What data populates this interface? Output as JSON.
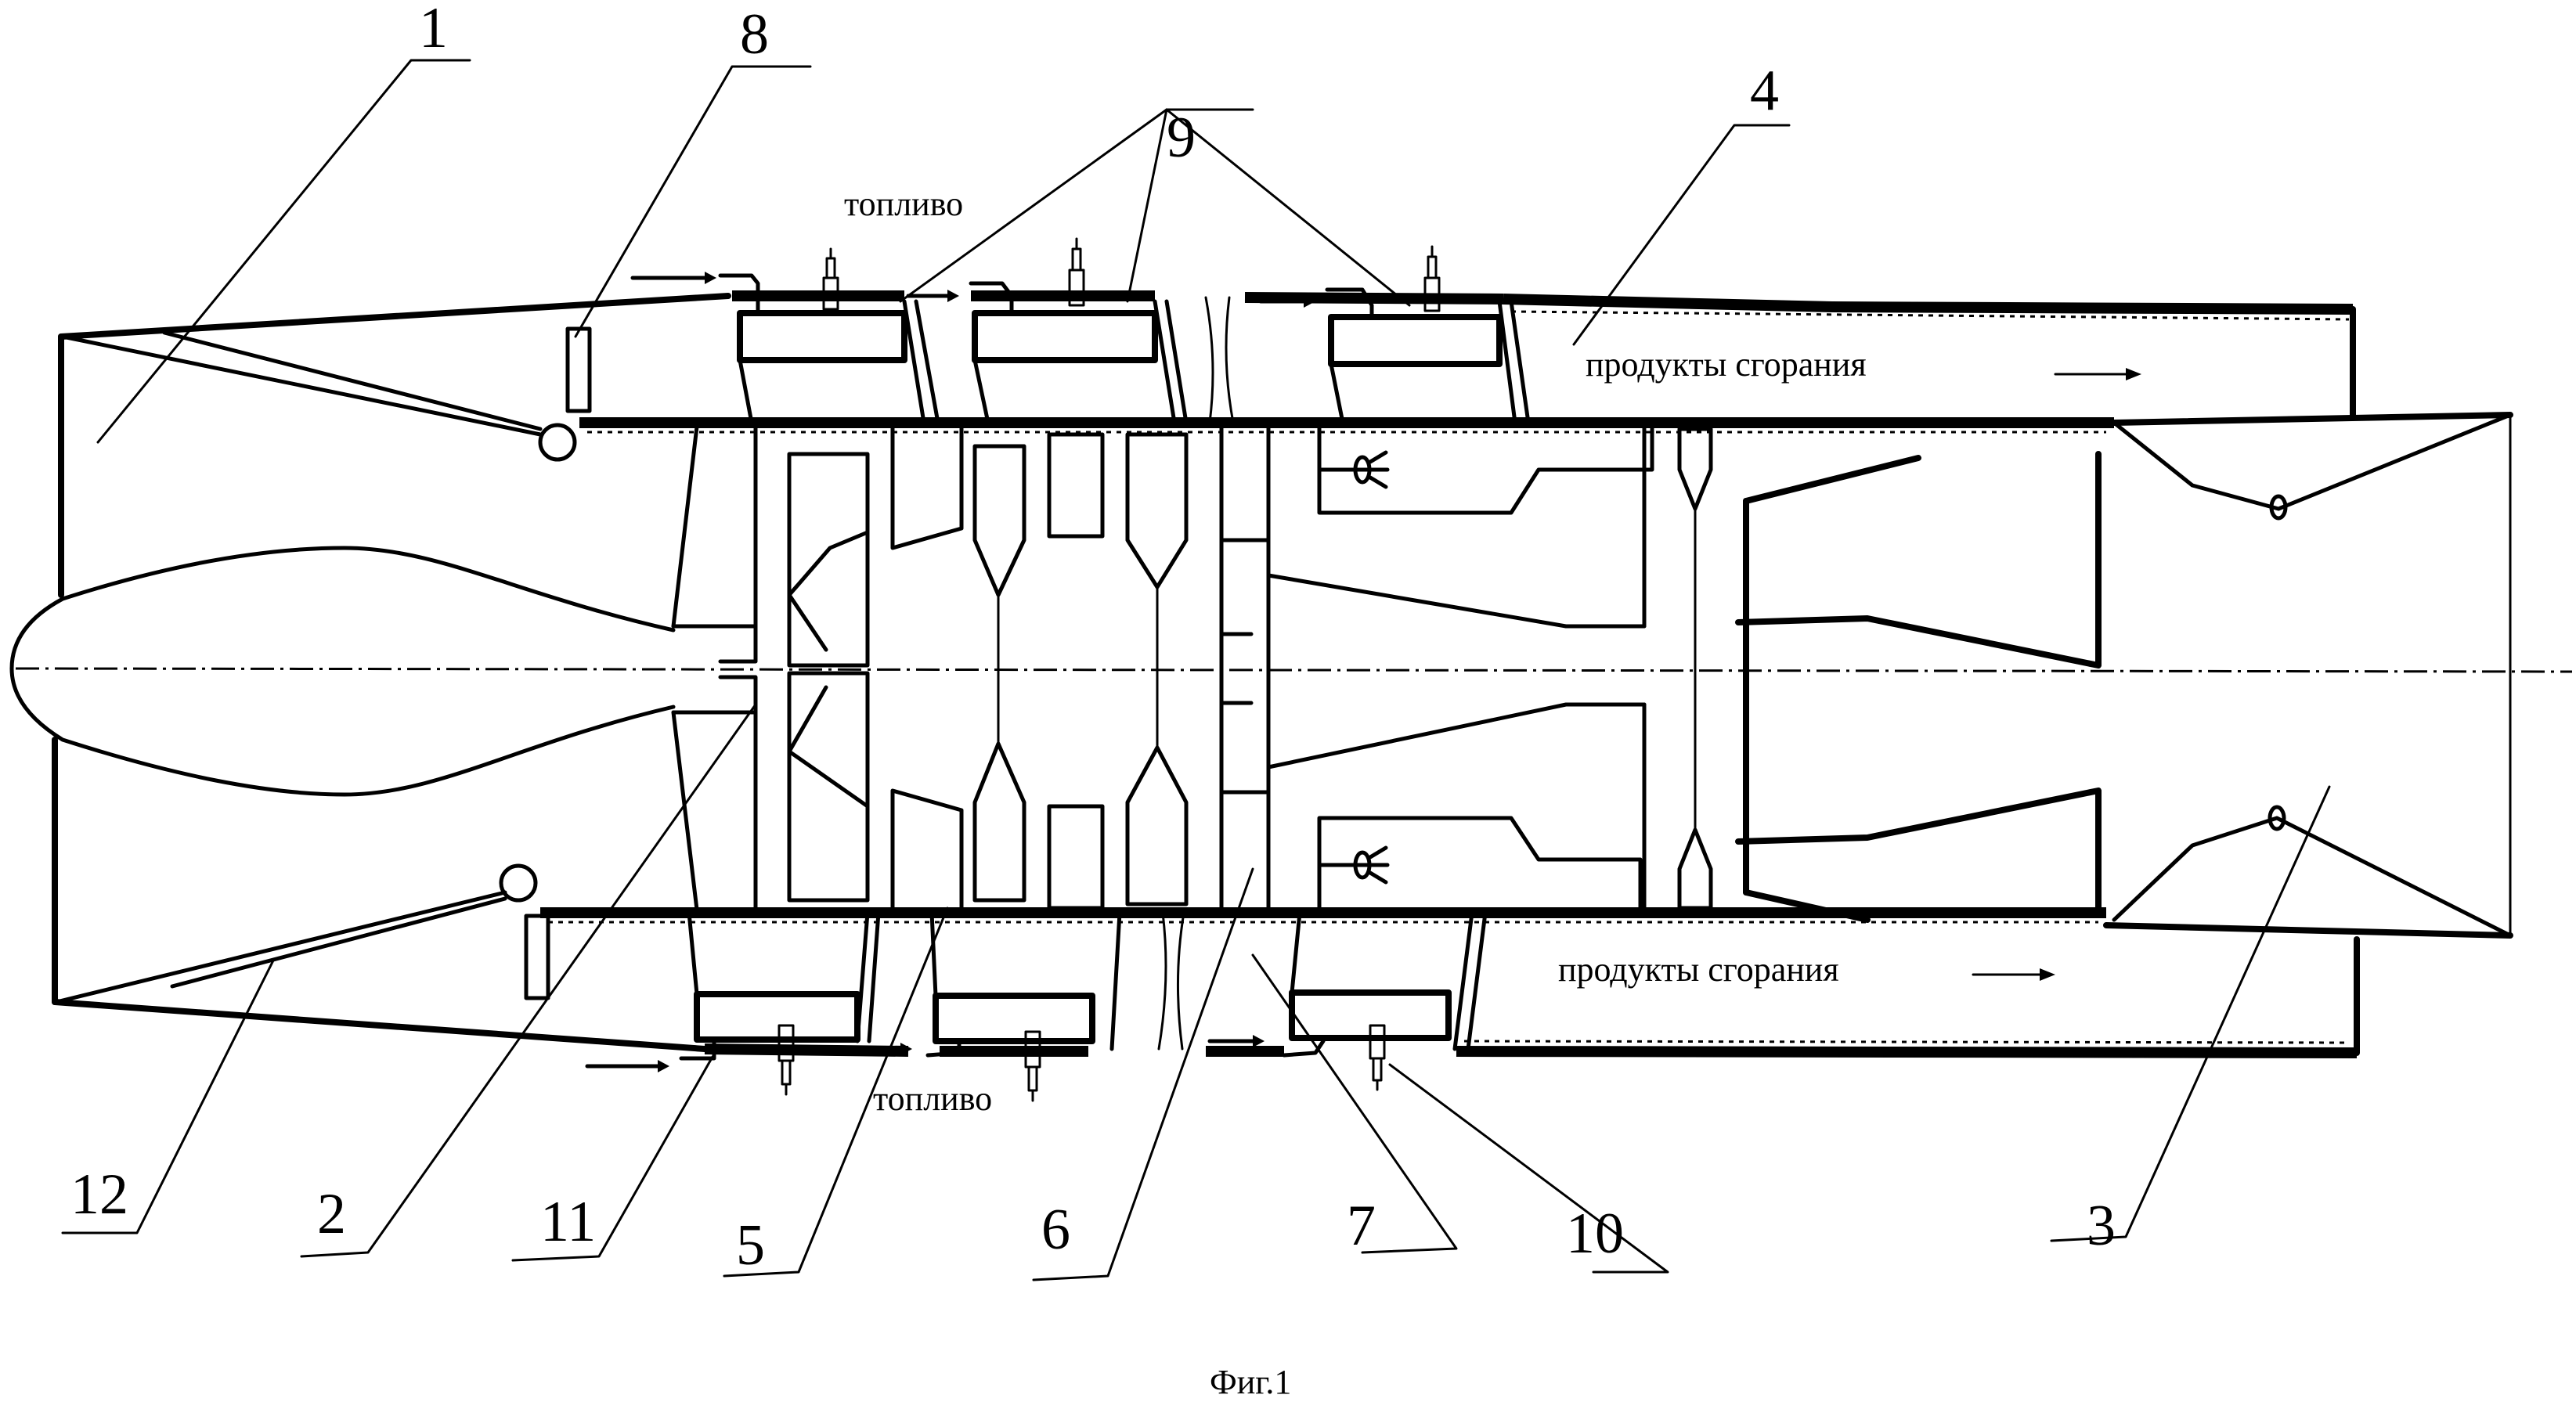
{
  "figure": {
    "caption": "Фиг.1",
    "subject": "turbojet / pulse-detonation engine longitudinal section"
  },
  "annotations": {
    "fuel_top": "топливо",
    "fuel_bottom": "топливо",
    "exhaust_top": "продукты сгорания",
    "exhaust_bottom": "продукты сгорания"
  },
  "callouts": [
    {
      "id": "1",
      "label": "1"
    },
    {
      "id": "2",
      "label": "2"
    },
    {
      "id": "3",
      "label": "3"
    },
    {
      "id": "4",
      "label": "4"
    },
    {
      "id": "5",
      "label": "5"
    },
    {
      "id": "6",
      "label": "6"
    },
    {
      "id": "7",
      "label": "7"
    },
    {
      "id": "8",
      "label": "8"
    },
    {
      "id": "9",
      "label": "9"
    },
    {
      "id": "10",
      "label": "10"
    },
    {
      "id": "11",
      "label": "11"
    },
    {
      "id": "12",
      "label": "12"
    }
  ],
  "colors": {
    "ink": "#000000",
    "paper": "#ffffff"
  }
}
